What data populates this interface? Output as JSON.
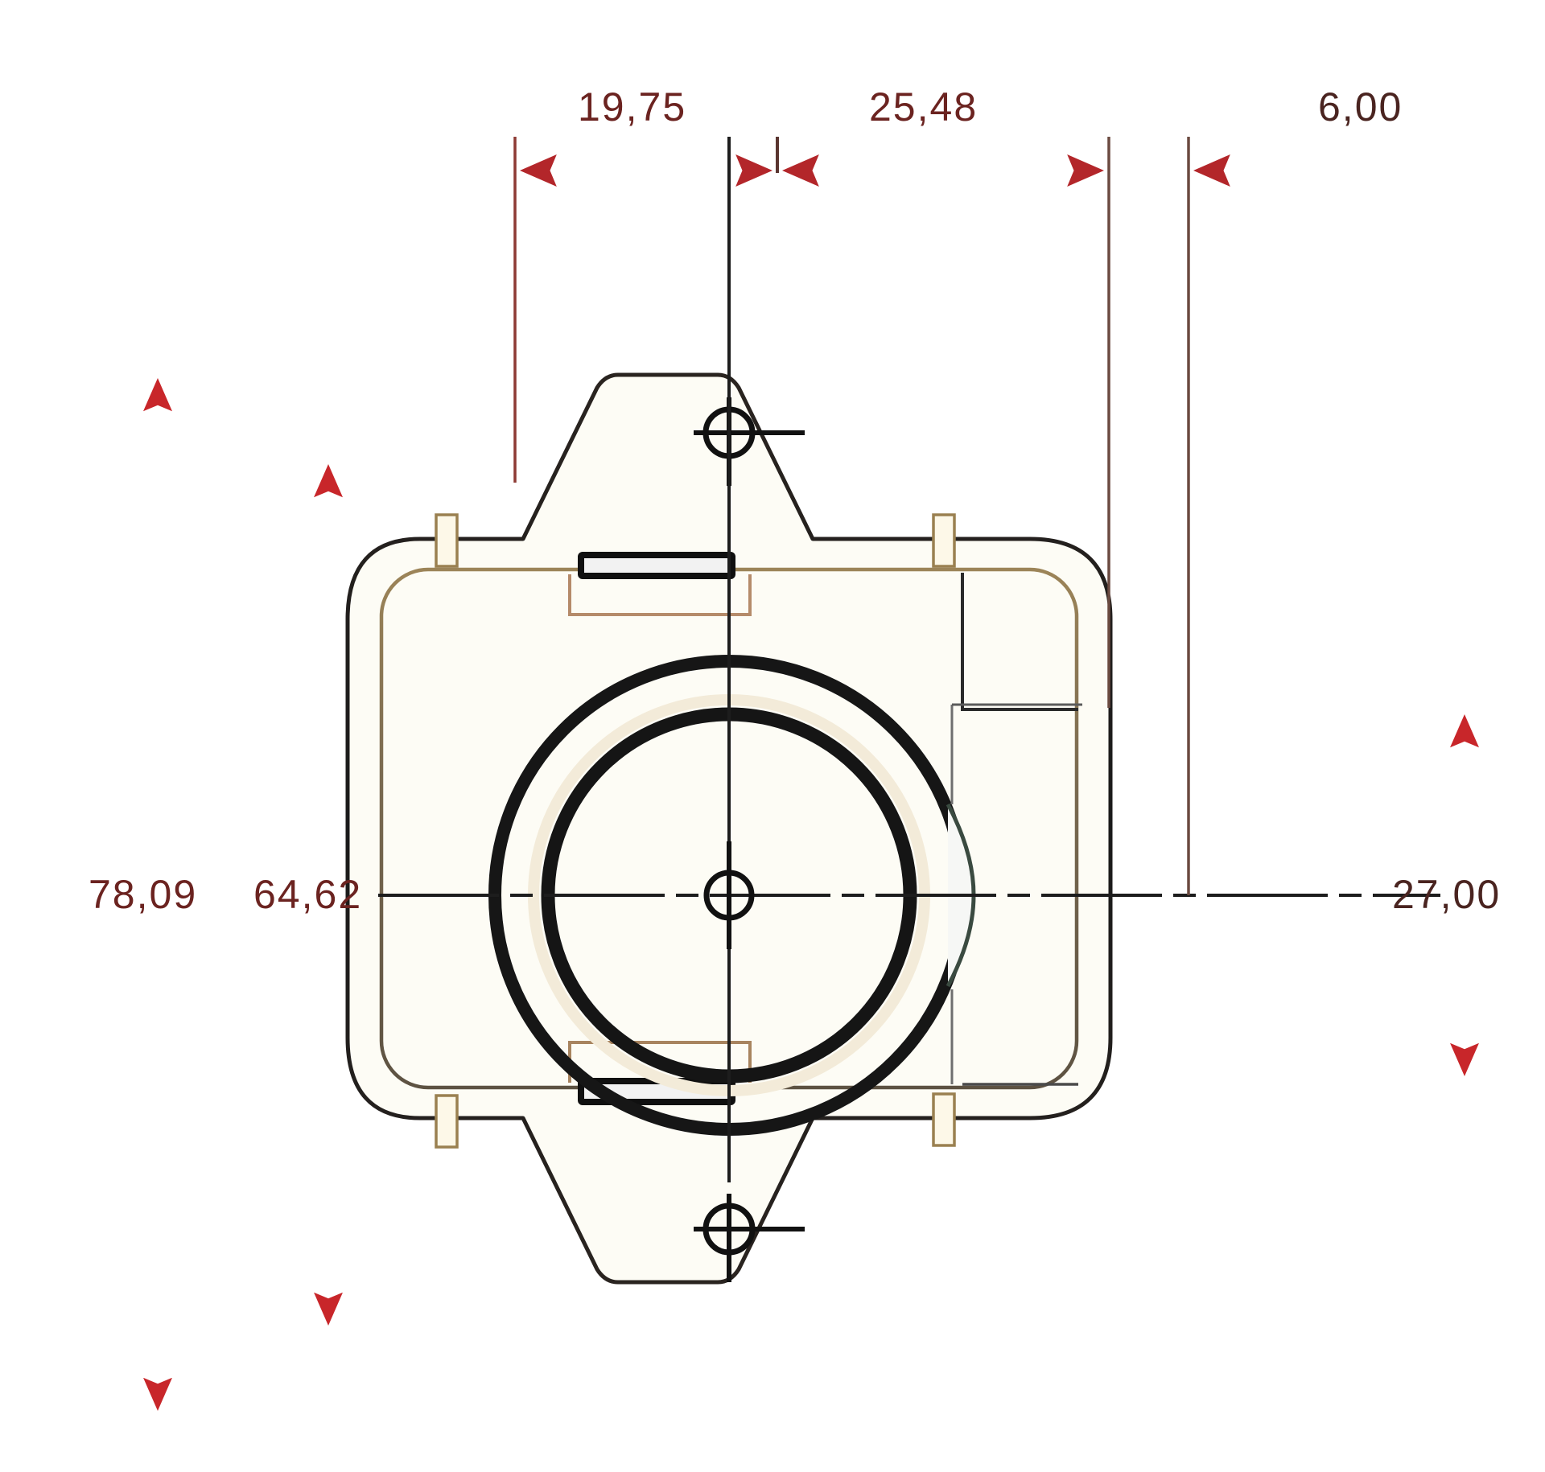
{
  "drawing": {
    "type": "engineering-dimension-drawing",
    "title": "",
    "units": "mm",
    "decimal_separator": ",",
    "background_color": "#ffffff",
    "dimension_color": "#b3262a",
    "dimension_text_color": "#6b2320",
    "part_outline_color": "#1a1a1a",
    "part_inner_color": "#8a7455",
    "part_fill_color": "#fdfcf5"
  },
  "dimensions": {
    "horizontal": [
      {
        "id": "dim-19-75",
        "label": "19,75",
        "value": 19.75
      },
      {
        "id": "dim-25-48",
        "label": "25,48",
        "value": 25.48
      },
      {
        "id": "dim-6-00",
        "label": "6,00",
        "value": 6.0
      }
    ],
    "vertical_left": [
      {
        "id": "dim-78-09",
        "label": "78,09",
        "value": 78.09
      },
      {
        "id": "dim-64-62",
        "label": "64,62",
        "value": 64.62
      }
    ],
    "vertical_right": [
      {
        "id": "dim-27-00",
        "label": "27,00",
        "value": 27.0
      }
    ]
  },
  "features": {
    "center_mark": "center-crosshair",
    "top_mounting_hole": "mounting-hole-center-mark",
    "bottom_mounting_hole": "mounting-hole-center-mark",
    "bore_circles": 3,
    "side_tabs": 4,
    "top_clip": "retaining-clip",
    "bottom_clip": "retaining-clip"
  }
}
